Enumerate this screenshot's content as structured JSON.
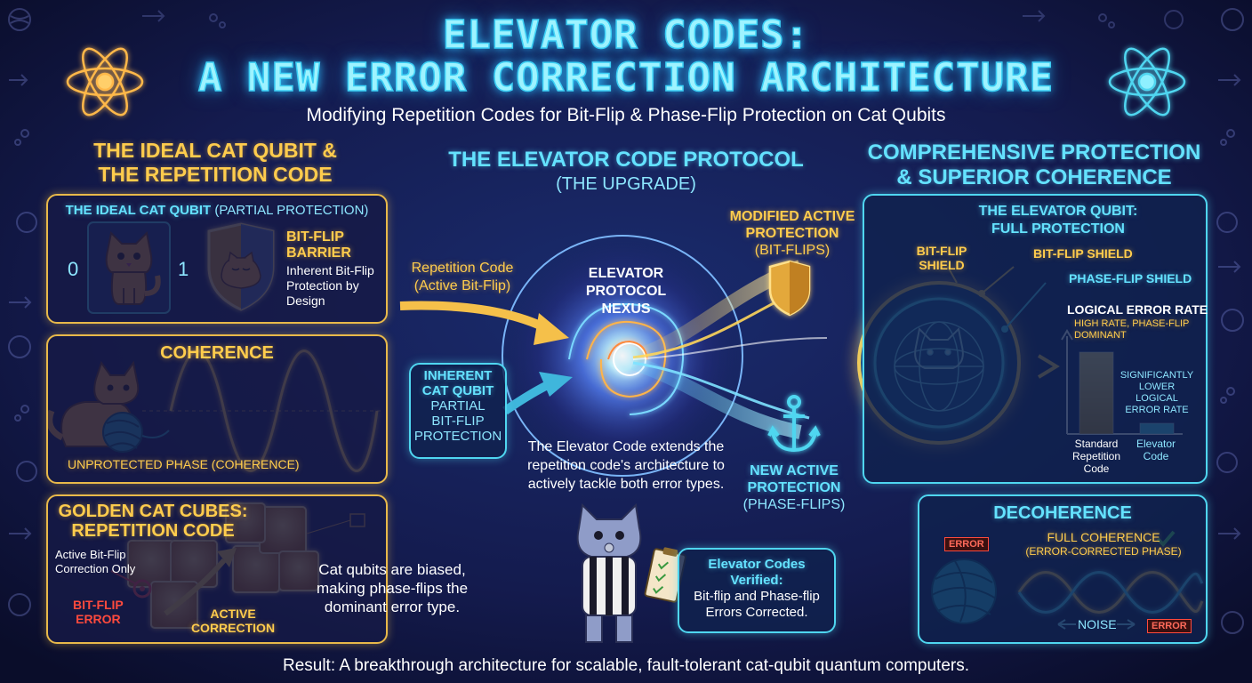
{
  "title": {
    "line1": "ELEVATOR CODES:",
    "line2": "A NEW ERROR CORRECTION ARCHITECTURE",
    "subtitle": "Modifying Repetition Codes for Bit-Flip & Phase-Flip Protection on Cat Qubits"
  },
  "left": {
    "heading_line1": "THE IDEAL CAT QUBIT &",
    "heading_line2": "THE REPETITION CODE",
    "ideal_panel": {
      "title_bold": "THE IDEAL CAT QUBIT",
      "title_light": "(PARTIAL PROTECTION)",
      "state_zero": "0",
      "state_one": "1",
      "barrier_title_line1": "BIT-FLIP",
      "barrier_title_line2": "BARRIER",
      "barrier_desc_line1": "Inherent Bit-Flip",
      "barrier_desc_line2": "Protection by",
      "barrier_desc_line3": "Design"
    },
    "coherence_panel": {
      "title": "COHERENCE",
      "caption": "UNPROTECTED PHASE (COHERENCE)"
    },
    "cubes_panel": {
      "title_line1": "GOLDEN CAT CUBES:",
      "title_line2": "REPETITION CODE",
      "active_note_line1": "Active Bit-Flip",
      "active_note_line2": "Correction Only",
      "error_line1": "BIT-FLIP",
      "error_line2": "ERROR",
      "active_line1": "ACTIVE",
      "active_line2": "CORRECTION",
      "bias_line1": "Cat qubits are biased,",
      "bias_line2": "making phase-flips the",
      "bias_line3": "dominant error type."
    }
  },
  "center": {
    "heading": "THE ELEVATOR CODE PROTOCOL",
    "subheading": "(THE UPGRADE)",
    "rep_code_line1": "Repetition Code",
    "rep_code_line2": "(Active Bit-Flip)",
    "inherent_line1": "INHERENT",
    "inherent_line2": "CAT QUBIT",
    "inherent_line3": "PARTIAL",
    "inherent_line4": "BIT-FLIP",
    "inherent_line5": "PROTECTION",
    "nexus_line1": "ELEVATOR",
    "nexus_line2": "PROTOCOL",
    "nexus_line3": "NEXUS",
    "modified_line1": "MODIFIED ACTIVE",
    "modified_line2": "PROTECTION",
    "modified_line3": "(BIT-FLIPS)",
    "new_line1": "NEW ACTIVE",
    "new_line2": "PROTECTION",
    "new_line3": "(PHASE-FLIPS)",
    "extends_line1": "The Elevator Code extends the",
    "extends_line2": "repetition code's architecture to",
    "extends_line3": "actively tackle both error types.",
    "verified_line1": "Elevator Codes",
    "verified_line2": "Verified:",
    "verified_line3": "Bit-flip and Phase-flip",
    "verified_line4": "Errors Corrected."
  },
  "right": {
    "heading_line1": "COMPREHENSIVE PROTECTION",
    "heading_line2": "& SUPERIOR COHERENCE",
    "elevator_panel": {
      "title_line1": "THE ELEVATOR QUBIT:",
      "title_line2": "FULL PROTECTION",
      "shield_left_line1": "BIT-FLIP",
      "shield_left_line2": "SHIELD",
      "shield_right": "BIT-FLIP SHIELD",
      "phase_shield": "PHASE-FLIP SHIELD"
    },
    "error_rate": {
      "title": "LOGICAL ERROR RATE",
      "high_line1": "HIGH RATE, PHASE-FLIP",
      "high_line2": "DOMINANT",
      "low_line1": "SIGNIFICANTLY",
      "low_line2": "LOWER LOGICAL",
      "low_line3": "ERROR RATE",
      "bar1_label_line1": "Standard",
      "bar1_label_line2": "Repetition",
      "bar1_label_line3": "Code",
      "bar2_label_line1": "Elevator",
      "bar2_label_line2": "Code"
    },
    "decoherence_panel": {
      "title": "DECOHERENCE",
      "error_tag": "ERROR",
      "full_line1": "FULL COHERENCE",
      "full_line2": "(ERROR-CORRECTED PHASE)",
      "noise": "NOISE",
      "error_tag2": "ERROR"
    }
  },
  "footer": "Result: A breakthrough architecture for scalable, fault-tolerant cat-qubit quantum computers.",
  "chart_data": {
    "type": "bar",
    "title": "LOGICAL ERROR RATE",
    "categories": [
      "Standard Repetition Code",
      "Elevator Code"
    ],
    "values": [
      0.92,
      0.12
    ],
    "colors": [
      "#e8c24a",
      "#4fd6f0"
    ]
  },
  "colors": {
    "background": "#0b1030",
    "gold": "#ffcc4d",
    "cyan": "#64e2ff",
    "error_red": "#ff4a3d"
  }
}
